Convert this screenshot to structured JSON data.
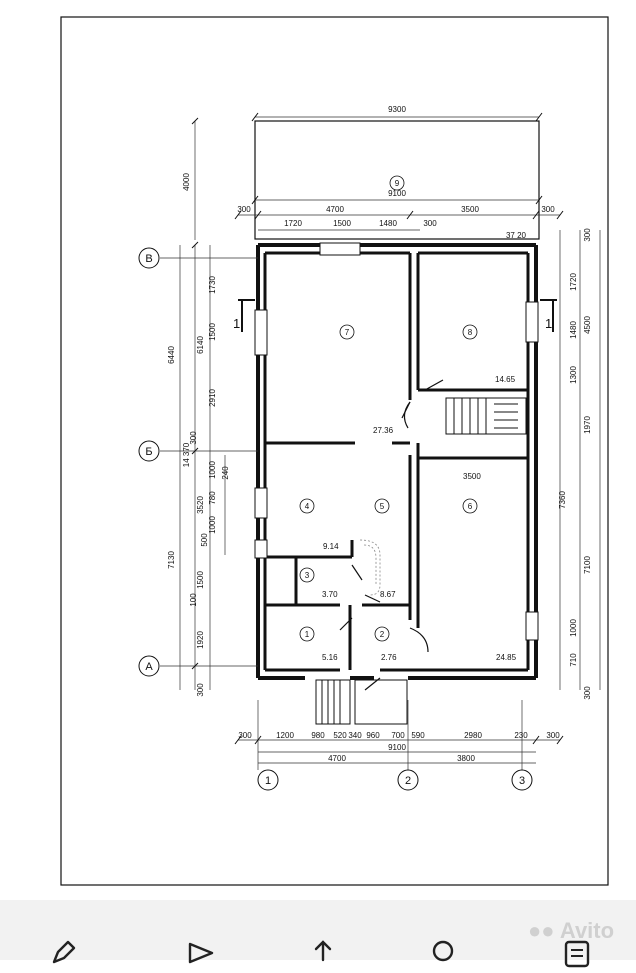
{
  "plan": {
    "overall_dims": {
      "top_total": "9300",
      "top_inner": "9100",
      "bottom_total": "9100",
      "left_height": "14 370",
      "upper_block": "6440",
      "lower_block": "7130",
      "terrace_depth": "4000"
    },
    "top_segments": [
      "300",
      "4700",
      "3500",
      "300"
    ],
    "top_sub_segments": [
      "1720",
      "1500",
      "1480",
      "300"
    ],
    "top_right_label": "37 20",
    "bottom_segments": [
      "300",
      "1200",
      "980",
      "520",
      "340",
      "960",
      "700",
      "590",
      "2980",
      "230",
      "300"
    ],
    "bottom_axis_segments": [
      "4700",
      "3800"
    ],
    "left_segments": [
      "1730",
      "1500",
      "2910",
      "300",
      "1000",
      "780",
      "1000",
      "500",
      "1500",
      "100",
      "1920",
      "300"
    ],
    "left_mid": [
      "6140",
      "3520",
      "240"
    ],
    "right_segments": [
      "300",
      "1720",
      "1480",
      "1300",
      "1970",
      "7360",
      "1000",
      "710",
      "300"
    ],
    "right_mid": [
      "4500",
      "7100"
    ],
    "axes_rows": [
      "В",
      "Б",
      "А"
    ],
    "axes_cols": [
      "1",
      "2",
      "3"
    ],
    "section_marks": [
      "1",
      "1"
    ],
    "rooms": [
      {
        "num": "7",
        "area": ""
      },
      {
        "num": "8",
        "area": "14.65"
      },
      {
        "num": "9",
        "area": ""
      },
      {
        "num": "4",
        "area": "9.14"
      },
      {
        "num": "5",
        "area": "27.36"
      },
      {
        "num": "6",
        "area": "24.85"
      },
      {
        "num": "3",
        "area": "3.70"
      },
      {
        "num": "1",
        "area": "5.16"
      },
      {
        "num": "2",
        "area": "2.76"
      },
      {
        "num": "",
        "area": "8.67"
      }
    ],
    "room_extra": {
      "width_label_6": "3500"
    }
  },
  "watermark": {
    "text": "Avito"
  },
  "toolbar": {
    "icons": [
      "edit-icon",
      "send-icon",
      "share-icon",
      "search-icon",
      "notes-icon"
    ]
  }
}
